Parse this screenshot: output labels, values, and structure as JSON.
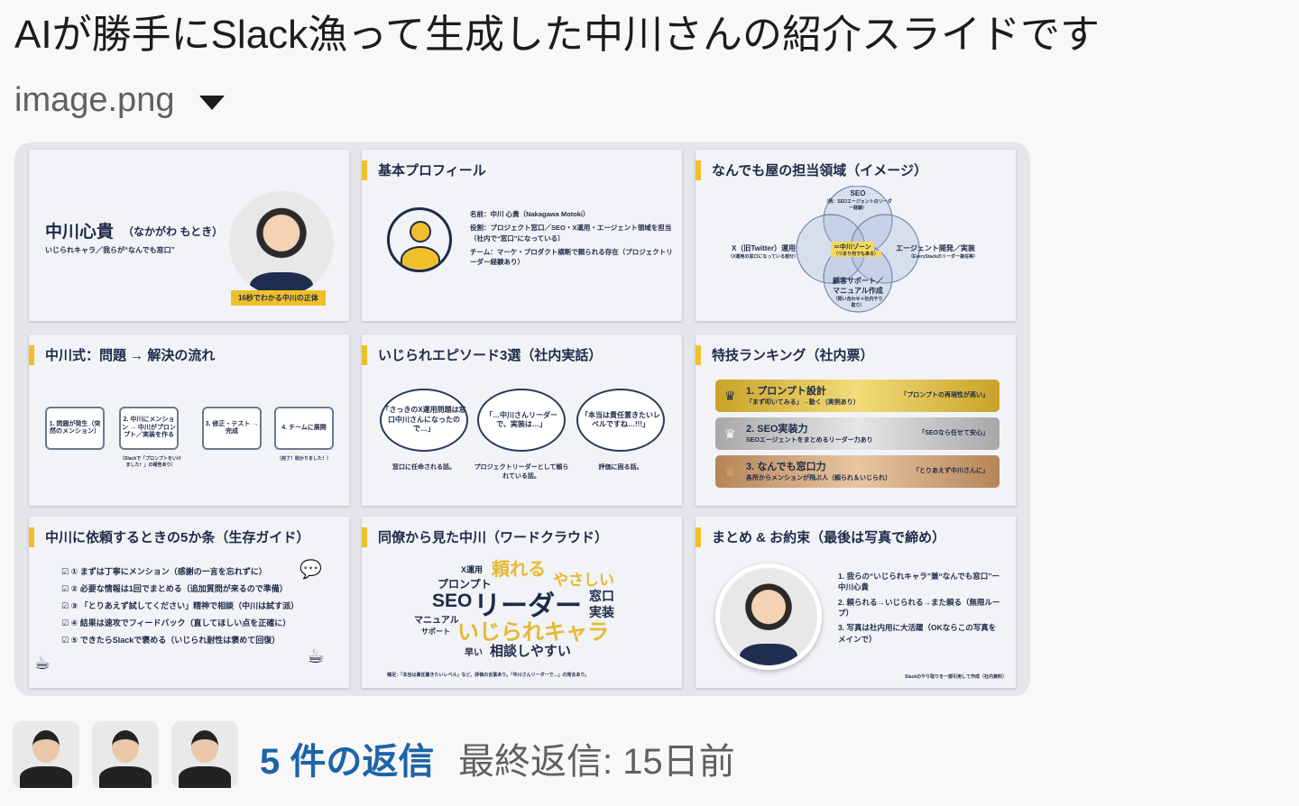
{
  "message": {
    "title": "AIが勝手にSlack漁って生成した中川さんの紹介スライドです",
    "file_name": "image.png"
  },
  "slides": {
    "s1": {
      "name": "中川心貴",
      "kana": "（なかがわ もとき）",
      "tagline": "いじられキャラ／我らが“なんでも窓口”",
      "ribbon": "16秒でわかる中川の正体"
    },
    "s2": {
      "title": "基本プロフィール",
      "items": [
        "名前：中川 心貴（Nakagawa Motoki）",
        "役割：プロジェクト窓口／SEO・X運用・エージェント領域を担当（社内で“窓口”になっている）",
        "チーム：マーケ・プロダクト横断で頼られる存在（プロジェクトリーダー経験あり）"
      ]
    },
    "s3": {
      "title": "なんでも屋の担当領域（イメージ）",
      "top": "SEO",
      "top_sub": "（例：SEOエージェントのリーダー経験）",
      "left": "X（旧Twitter）運用",
      "left_sub": "（X運用の窓口になっている部分）",
      "right": "エージェント開発／実装",
      "right_sub": "（EveryStackのリーダー兼任等）",
      "center": "＝中川ゾーン",
      "center_sub": "（つまり何でも来る）",
      "bottom": "顧客サポート／マニュアル作成",
      "bottom_sub": "（問い合わせ＋社内やり取り）"
    },
    "s4": {
      "title": "中川式：問題 → 解決の流れ",
      "steps": [
        "1. 問題が発生（突然のメンション）",
        "2. 中川にメンション → 中川がプロンプト／実装を作る",
        "3. 修正・テスト → 完成",
        "4. チームに展開"
      ],
      "note1": "（Slackで「プロンプトをいけました！」の報告あり）",
      "note2": "（完了！助かりました！）"
    },
    "s5": {
      "title": "いじられエピソード3選（社内実話）",
      "bubbles": [
        "「さっきのX運用問題は窓口中川さんになったので…」",
        "「…中川さんリーダーで、実装は…」",
        "「本当は責任置きたいレベルですね…!!!」"
      ],
      "captions": [
        "窓口に任命される話。",
        "プロジェクトリーダーとして頼られている話。",
        "評価に困る話。"
      ]
    },
    "s6": {
      "title": "特技ランキング（社内票）",
      "ranks": [
        {
          "title": "1. プロンプト設計",
          "sub": "「まず叩いてみる」→動く（実例あり）",
          "quote": "「プロンプトの再現性が高い」"
        },
        {
          "title": "2. SEO実装力",
          "sub": "SEOエージェントをまとめるリーダー力あり",
          "quote": "「SEOなら任せて安心」"
        },
        {
          "title": "3. なんでも窓口力",
          "sub": "各所からメンションが飛ぶ人（頼られ＆いじられ）",
          "quote": "「とりあえず中川さんに」"
        }
      ]
    },
    "s7": {
      "title": "中川に依頼するときの5か条（生存ガイド）",
      "items": [
        "① まずは丁寧にメンション（感謝の一言を忘れずに）",
        "② 必要な情報は1回でまとめる（追加質問が来るので準備）",
        "③ 「とりあえず試してください」精神で相談（中川は試す派）",
        "④ 結果は速攻でフィードバック（直してほしい点を正確に）",
        "⑤ できたらSlackで褒める（いじられ耐性は褒めて回復）"
      ]
    },
    "s8": {
      "title": "同僚から見た中川（ワードクラウド）",
      "words": [
        "X運用",
        "頼れる",
        "プロンプト",
        "やさしい",
        "SEO",
        "リーダー",
        "窓口",
        "実装",
        "マニュアル",
        "サポート",
        "いじられキャラ",
        "早い",
        "相談しやすい"
      ],
      "footnote": "補足：「本当は責任置きたいレベル」など、評価の言葉あり。「中川さんリーダーで…」の発言あり。"
    },
    "s9": {
      "title": "まとめ & お約束（最後は写真で締め）",
      "items": [
        "1. 我らの“いじられキャラ”兼“なんでも窓口”ー中川心貴",
        "2. 頼られる→いじられる→また頼る（無限ループ）",
        "3. 写真は社内用に大活躍（OKならこの写真をメインで）"
      ],
      "footnote": "Slackのやり取りを一部引用して作成（社内資料）"
    }
  },
  "thread": {
    "replies": "5 件の返信",
    "last_reply": "最終返信: 15日前"
  },
  "colors": {
    "accent": "#f0c02c",
    "navy": "#1e2a4a",
    "link": "#1d64a8"
  }
}
